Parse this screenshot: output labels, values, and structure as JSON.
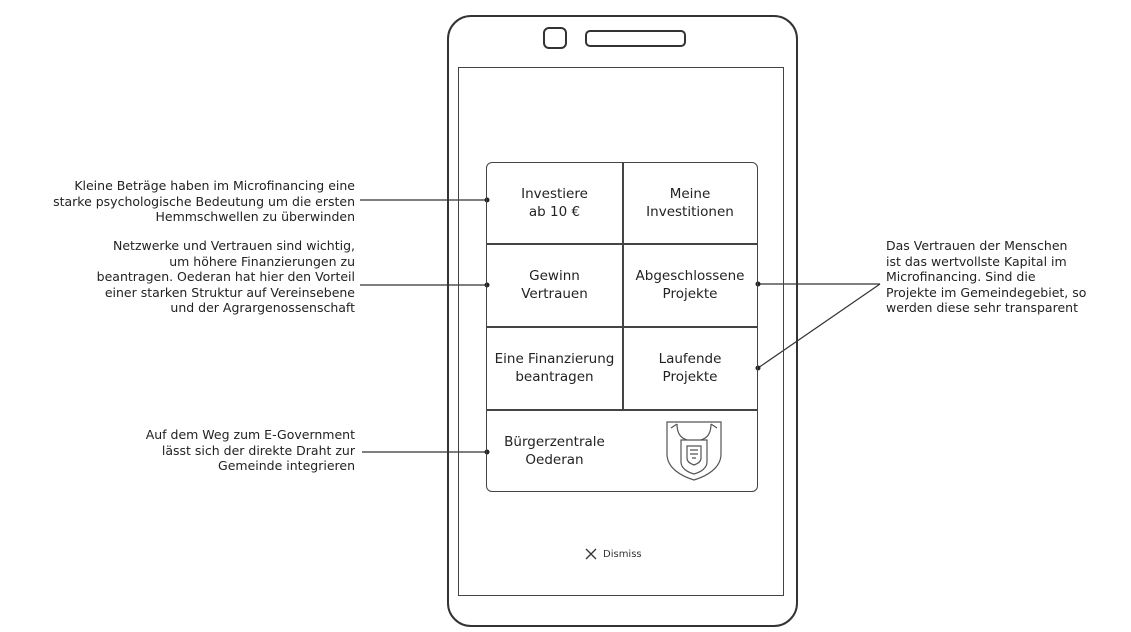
{
  "menu": {
    "invest": "Investiere\nab 10 €",
    "my_investments": "Meine\nInvestitionen",
    "gain_trust": "Gewinn\nVertrauen",
    "completed_projects": "Abgeschlossene\nProjekte",
    "apply_financing": "Eine Finanzierung\nbeantragen",
    "running_projects": "Laufende\nProjekte",
    "citizen_center": "Bürgerzentrale\nOederan"
  },
  "dismiss_label": "Dismiss",
  "annotations": {
    "small_amounts": "Kleine Beträge haben im Microfinancing eine\nstarke psychologische Bedeutung um die ersten\nHemmschwellen zu überwinden",
    "networks": "Netzwerke und Vertrauen sind wichtig,\num höhere Finanzierungen zu\nbeantragen. Oederan hat hier den Vorteil\neiner starken Struktur auf Vereinsebene\nund der Agrargenossenschaft",
    "trust": "Das Vertrauen der Menschen\nist das wertvollste Kapital im\nMicrofinancing. Sind die\nProjekte im Gemeindegebiet, so\nwerden diese sehr transparent",
    "egov": "Auf dem Weg zum E-Government\nlässt sich der direkte Draht zur\nGemeinde integrieren"
  },
  "icons": {
    "crest": "coat-of-arms-icon",
    "dismiss": "close-icon"
  },
  "colors": {
    "line": "#444444",
    "text": "#222222",
    "background": "#ffffff"
  }
}
